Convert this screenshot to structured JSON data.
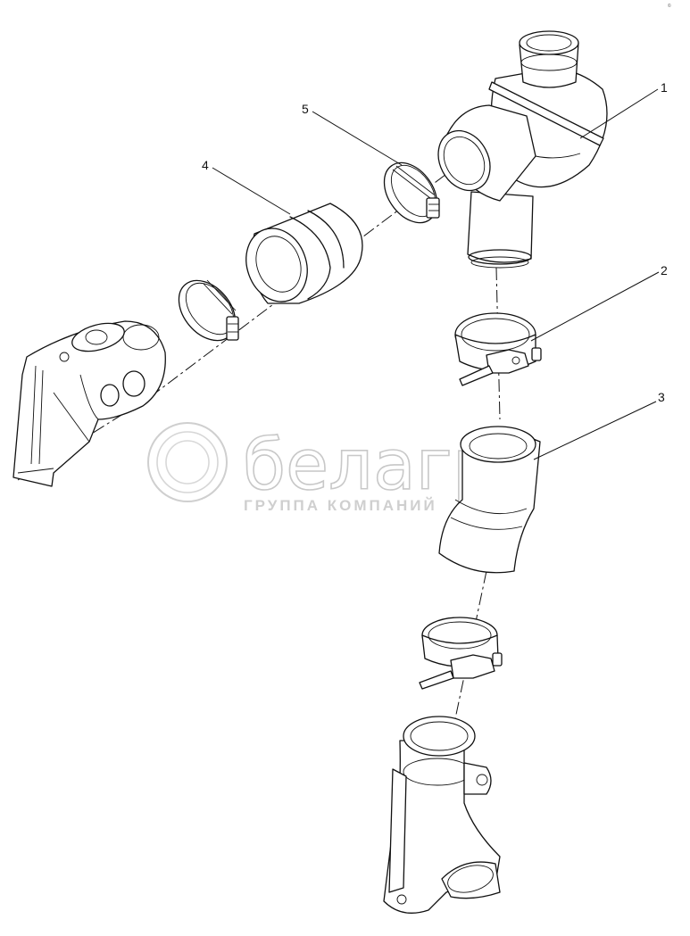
{
  "callouts": [
    {
      "number": "1"
    },
    {
      "number": "2"
    },
    {
      "number": "3"
    },
    {
      "number": "4"
    },
    {
      "number": "5"
    }
  ],
  "watermark": {
    "logo_text": "белагро",
    "subtitle": "ГРУППА КОМПАНИЙ"
  },
  "corner_mark": "©"
}
